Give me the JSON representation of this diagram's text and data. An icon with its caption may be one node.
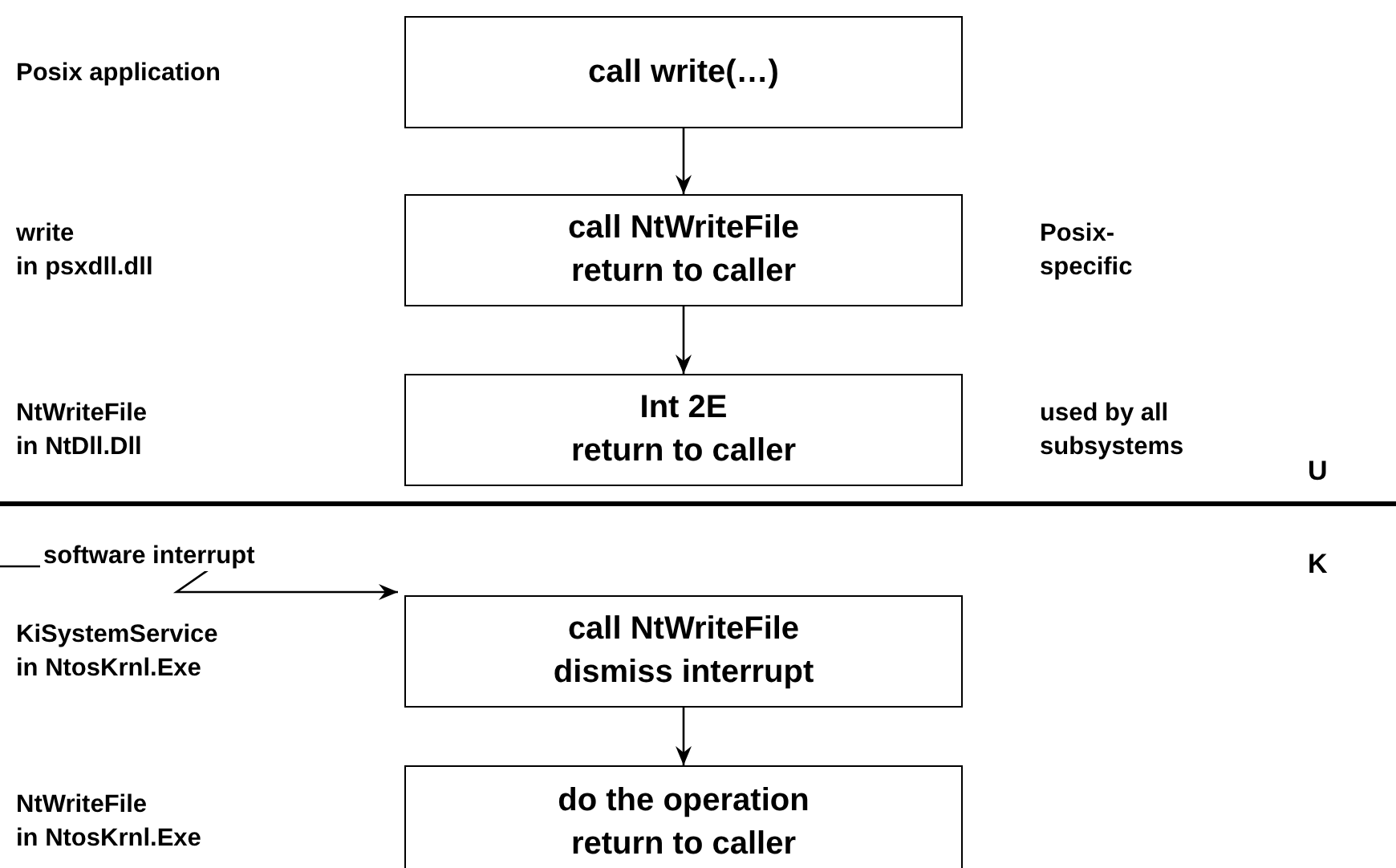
{
  "diagram": {
    "nodes": [
      {
        "text": [
          "call write(…)"
        ]
      },
      {
        "text": [
          "call NtWriteFile",
          "return to caller"
        ],
        "beside": [
          "Posix-specific"
        ]
      },
      {
        "text": [
          "Int 2E",
          "return to caller"
        ],
        "beside": [
          "used by all subsystems"
        ]
      },
      {
        "text": [
          "call NtWriteFile",
          "dismiss interrupt"
        ]
      },
      {
        "text": [
          "do the operation",
          "return to caller"
        ]
      }
    ],
    "edges": [
      {
        "from": 0,
        "to": 1,
        "arrow": "to"
      },
      {
        "from": 1,
        "to": 2,
        "arrow": "to"
      },
      {
        "from": null,
        "to": 3,
        "arrow": "to",
        "label": "software interrupt"
      },
      {
        "from": 3,
        "to": 4,
        "arrow": "to"
      }
    ],
    "labels": [
      "Posix application",
      "write",
      "in psxdll.dll",
      "NtWriteFile",
      "in NtDll.Dll",
      "U",
      "K",
      "KiSystemService",
      "in NtosKrnl.Exe",
      "NtWriteFile",
      "in NtosKrnl.Exe"
    ]
  }
}
